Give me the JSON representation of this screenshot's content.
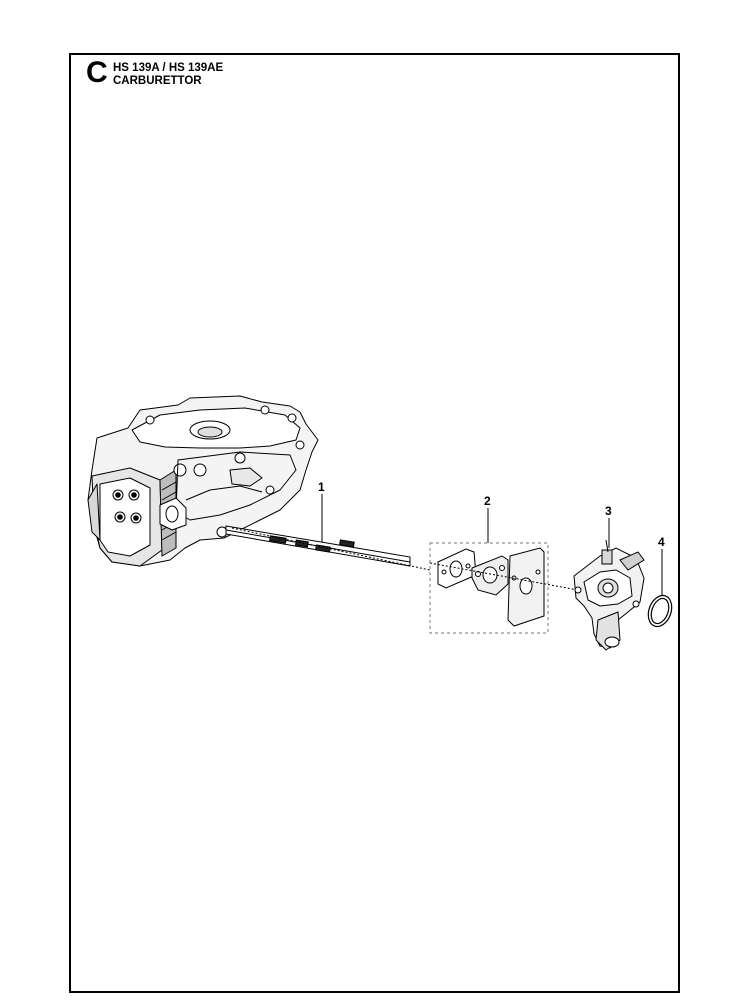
{
  "header": {
    "section_letter": "C",
    "model": "HS 139A / HS 139AE",
    "title": "CARBURETTOR"
  },
  "callouts": [
    {
      "number": "1",
      "part": "stud-bolts-icon"
    },
    {
      "number": "2",
      "part": "gasket-kit-icon"
    },
    {
      "number": "3",
      "part": "carburettor-icon"
    },
    {
      "number": "4",
      "part": "clamp-ring-icon"
    }
  ],
  "colors": {
    "line": "#000000",
    "engine_fill": "#f4f4f4",
    "engine_shade": "#bdbdbd",
    "dashed_box": "#777777"
  }
}
